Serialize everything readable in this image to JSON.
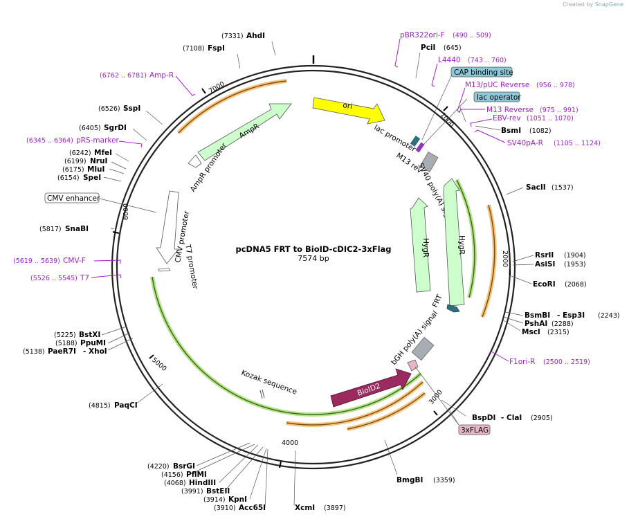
{
  "watermark": {
    "prefix": "Created by",
    "brand": "SnapGene"
  },
  "map": {
    "title": "pcDNA5 FRT to BioID-cDIC2-3xFlag",
    "length_label": "7574 bp"
  },
  "ruler_ticks": [
    "1000",
    "2000",
    "3000",
    "4000",
    "5000",
    "6000",
    "7000"
  ],
  "sites": [
    {
      "name": "AhdI",
      "pos": "(7331)"
    },
    {
      "name": "FspI",
      "pos": "(7108)"
    },
    {
      "name": "PciI",
      "pos": "(645)"
    },
    {
      "name": "SspI",
      "pos": "(6526)"
    },
    {
      "name": "SgrDI",
      "pos": "(6405)"
    },
    {
      "name": "MfeI",
      "pos": "(6242)"
    },
    {
      "name": "NruI",
      "pos": "(6199)"
    },
    {
      "name": "MluI",
      "pos": "(6175)"
    },
    {
      "name": "SpeI",
      "pos": "(6154)"
    },
    {
      "name": "SnaBI",
      "pos": "(5817)"
    },
    {
      "name": "BsmI",
      "pos": "(1082)"
    },
    {
      "name": "SacII",
      "pos": "(1537)"
    },
    {
      "name": "RsrII",
      "pos": "(1904)"
    },
    {
      "name": "AsiSI",
      "pos": "(1953)"
    },
    {
      "name": "EcoRI",
      "pos": "(2068)"
    },
    {
      "name": "BsmBI",
      "name2": "- Esp3I",
      "pos": "(2243)"
    },
    {
      "name": "PshAI",
      "pos": "(2288)"
    },
    {
      "name": "MscI",
      "pos": "(2315)"
    },
    {
      "name": "BstXI",
      "pos": "(5225)"
    },
    {
      "name": "PpuMI",
      "pos": "(5188)"
    },
    {
      "name": "PaeR7I",
      "name2": "- XhoI",
      "pos": "(5138)"
    },
    {
      "name": "PaqCI",
      "pos": "(4815)"
    },
    {
      "name": "BspDI",
      "name2": "- ClaI",
      "pos": "(2905)"
    },
    {
      "name": "BmgBI",
      "pos": "(3359)"
    },
    {
      "name": "BsrGI",
      "pos": "(4220)"
    },
    {
      "name": "PflMI",
      "pos": "(4156)"
    },
    {
      "name": "HindIII",
      "pos": "(4068)"
    },
    {
      "name": "BstEII",
      "pos": "(3991)"
    },
    {
      "name": "KpnI",
      "pos": "(3914)"
    },
    {
      "name": "Acc65I",
      "pos": "(3910)"
    },
    {
      "name": "XcmI",
      "pos": "(3897)"
    }
  ],
  "primers": [
    {
      "name": "pBR322ori-F",
      "range": "(490 .. 509)"
    },
    {
      "name": "L4440",
      "range": "(743 .. 760)"
    },
    {
      "name": "M13/pUC Reverse",
      "range": "(956 .. 978)"
    },
    {
      "name": "M13 Reverse",
      "range": "(975 .. 991)"
    },
    {
      "name": "EBV-rev",
      "range": "(1051 .. 1070)"
    },
    {
      "name": "SV40pA-R",
      "range": "(1105 .. 1124)"
    },
    {
      "name": "Amp-R",
      "range": "(6762 .. 6781)"
    },
    {
      "name": "pRS-marker",
      "range": "(6345 .. 6364)"
    },
    {
      "name": "CMV-F",
      "range": "(5619 .. 5639)"
    },
    {
      "name": "T7",
      "range": "(5526 .. 5545)"
    },
    {
      "name": "F1ori-R",
      "range": "(2500 .. 2519)"
    }
  ],
  "boxed_features": {
    "cap": "CAP binding site",
    "lacop": "lac operator",
    "cmv_enh": "CMV enhancer",
    "flag": "3xFLAG"
  },
  "inner_features": {
    "ori": "ori",
    "ampr": "AmpR",
    "ampr_promoter": "AmpR promoter",
    "lac_promoter": "lac promoter",
    "m13_rev": "M13 rev",
    "sv40": "SV40 poly(A) signal",
    "hygr1": "HygR",
    "hygr2": "HygR",
    "frt": "FRT",
    "bgh": "bGH poly(A) signal",
    "bioid2": "BioID2",
    "kozak": "Kozak sequence",
    "cmv_promoter": "CMV promoter",
    "t7_promoter": "T7 promoter"
  },
  "colors": {
    "ori": "#ffff00",
    "marker": "#ccffcc",
    "bioid2": "#9b2a5f",
    "polyA": "#a8adb3",
    "orf_outline": "#f5c27a",
    "cds_outline": "#b8e08a",
    "primer": "#a020c8",
    "cap": "#8fc8d8",
    "flag": "#e7b7c5"
  }
}
